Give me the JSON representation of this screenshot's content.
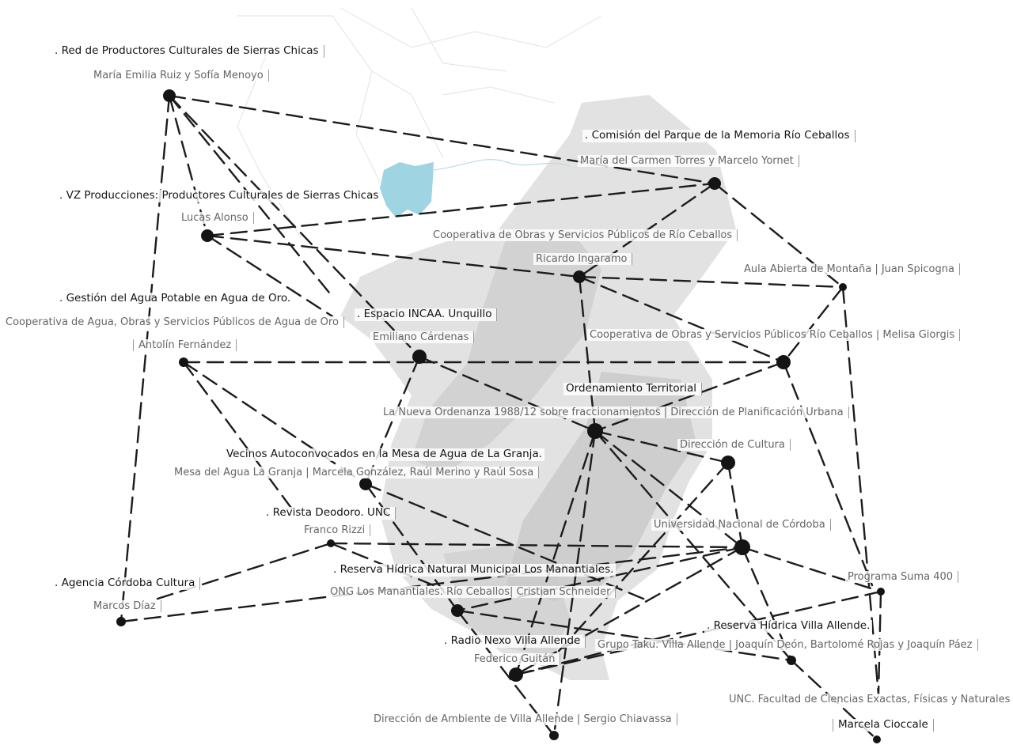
{
  "labels": {
    "red_productores": ". Red de Productores Culturales de Sierras Chicas",
    "maria_emilia": "María Emilia Ruiz y Sofía Menoyo",
    "comision_parque": ". Comisión del Parque de la Memoria Río Ceballos",
    "maria_carmen": "María del Carmen Torres y Marcelo Yornet",
    "vz_producciones": ". VZ Producciones: Productores Culturales de Sierras Chicas",
    "lucas_alonso": "Lucas Alonso",
    "coop_obras_rio_ceballos": "Cooperativa de Obras y Servicios Públicos de Río Ceballos",
    "ricardo_ingaramo": "Ricardo Ingaramo",
    "aula_abierta": "Aula Abierta de Montaña | Juan Spicogna",
    "gestion_agua": ". Gestión del Agua Potable en Agua de Oro.",
    "espacio_incaa": ". Espacio INCAA. Unquillo",
    "coop_agua_oro": "Cooperativa de Agua, Obras y Servicios Públicos de Agua de Oro",
    "antolin": "Antolín Fernández",
    "emiliano": "Emiliano Cárdenas",
    "coop_melisa": "Cooperativa de Obras y Servicios Públicos Río Ceballos | Melisa Giorgis",
    "ordenamiento": "Ordenamiento Territorial",
    "nueva_ordenanza": "La Nueva Ordenanza 1988/12 sobre fraccionamientos | Dirección de Planificación Urbana",
    "direccion_cultura": "Dirección de Cultura",
    "vecinos": "Vecinos Autoconvocados en la Mesa de Agua de La Granja.",
    "mesa_agua": "Mesa del Agua La Granja | Marcela González, Raúl Merino y Raúl Sosa",
    "revista_deodoro": ". Revista Deodoro. UNC",
    "franco_rizzi": "Franco Rizzi",
    "universidad": "Universidad Nacional de Córdoba",
    "reserva_manantiales": ". Reserva Hídrica Natural Municipal Los Manantiales.",
    "programa_suma": "Programa Suma 400",
    "agencia": ". Agencia Córdoba Cultura",
    "ong_manantiales": "ONG Los Manantiales. Río Ceballos| Cristian Schneider",
    "marcos_diaz": "Marcos Díaz",
    "reserva_villa_allende": ". Reserva Hídrica Villa Allende.",
    "radio_nexo": ". Radio Nexo Villa Allende",
    "grupo_taku": "Grupo Taku. Villa Allende | Joaquín Deón, Bartolomé Rojas y Joaquín Páez",
    "federico": "Federico Guitán",
    "unc_facultad": "UNC. Facultad de Ciencias Exactas, Físicas y Naturales",
    "direccion_ambiente": "Dirección de Ambiente de Villa Allende | Sergio Chiavassa",
    "marcela_cioccale": "Marcela Cioccale"
  },
  "colors": {
    "link": "#1c1c1c",
    "node": "#141414",
    "title_text": "#141414",
    "subtitle_text": "#666666",
    "water": "#9fd4e3",
    "map_background": "#d8d8d8"
  },
  "nodes": [
    {
      "id": "red-productores-node"
    },
    {
      "id": "comision-parque-node"
    },
    {
      "id": "vz-producciones-node"
    },
    {
      "id": "cooperativa-ricardo-node"
    },
    {
      "id": "aula-abierta-node"
    },
    {
      "id": "gestion-agua-node"
    },
    {
      "id": "espacio-incaa-node"
    },
    {
      "id": "cooperativa-melisa-node"
    },
    {
      "id": "ordenamiento-node"
    },
    {
      "id": "direccion-cultura-node"
    },
    {
      "id": "vecinos-node"
    },
    {
      "id": "revista-node"
    },
    {
      "id": "universidad-node"
    },
    {
      "id": "programa-suma-node"
    },
    {
      "id": "agencia-node"
    },
    {
      "id": "reserva-manantiales-node"
    },
    {
      "id": "reserva-villa-allende-node"
    },
    {
      "id": "radio-nexo-node"
    },
    {
      "id": "direccion-ambiente-node"
    },
    {
      "id": "unc-facultad-node"
    }
  ]
}
